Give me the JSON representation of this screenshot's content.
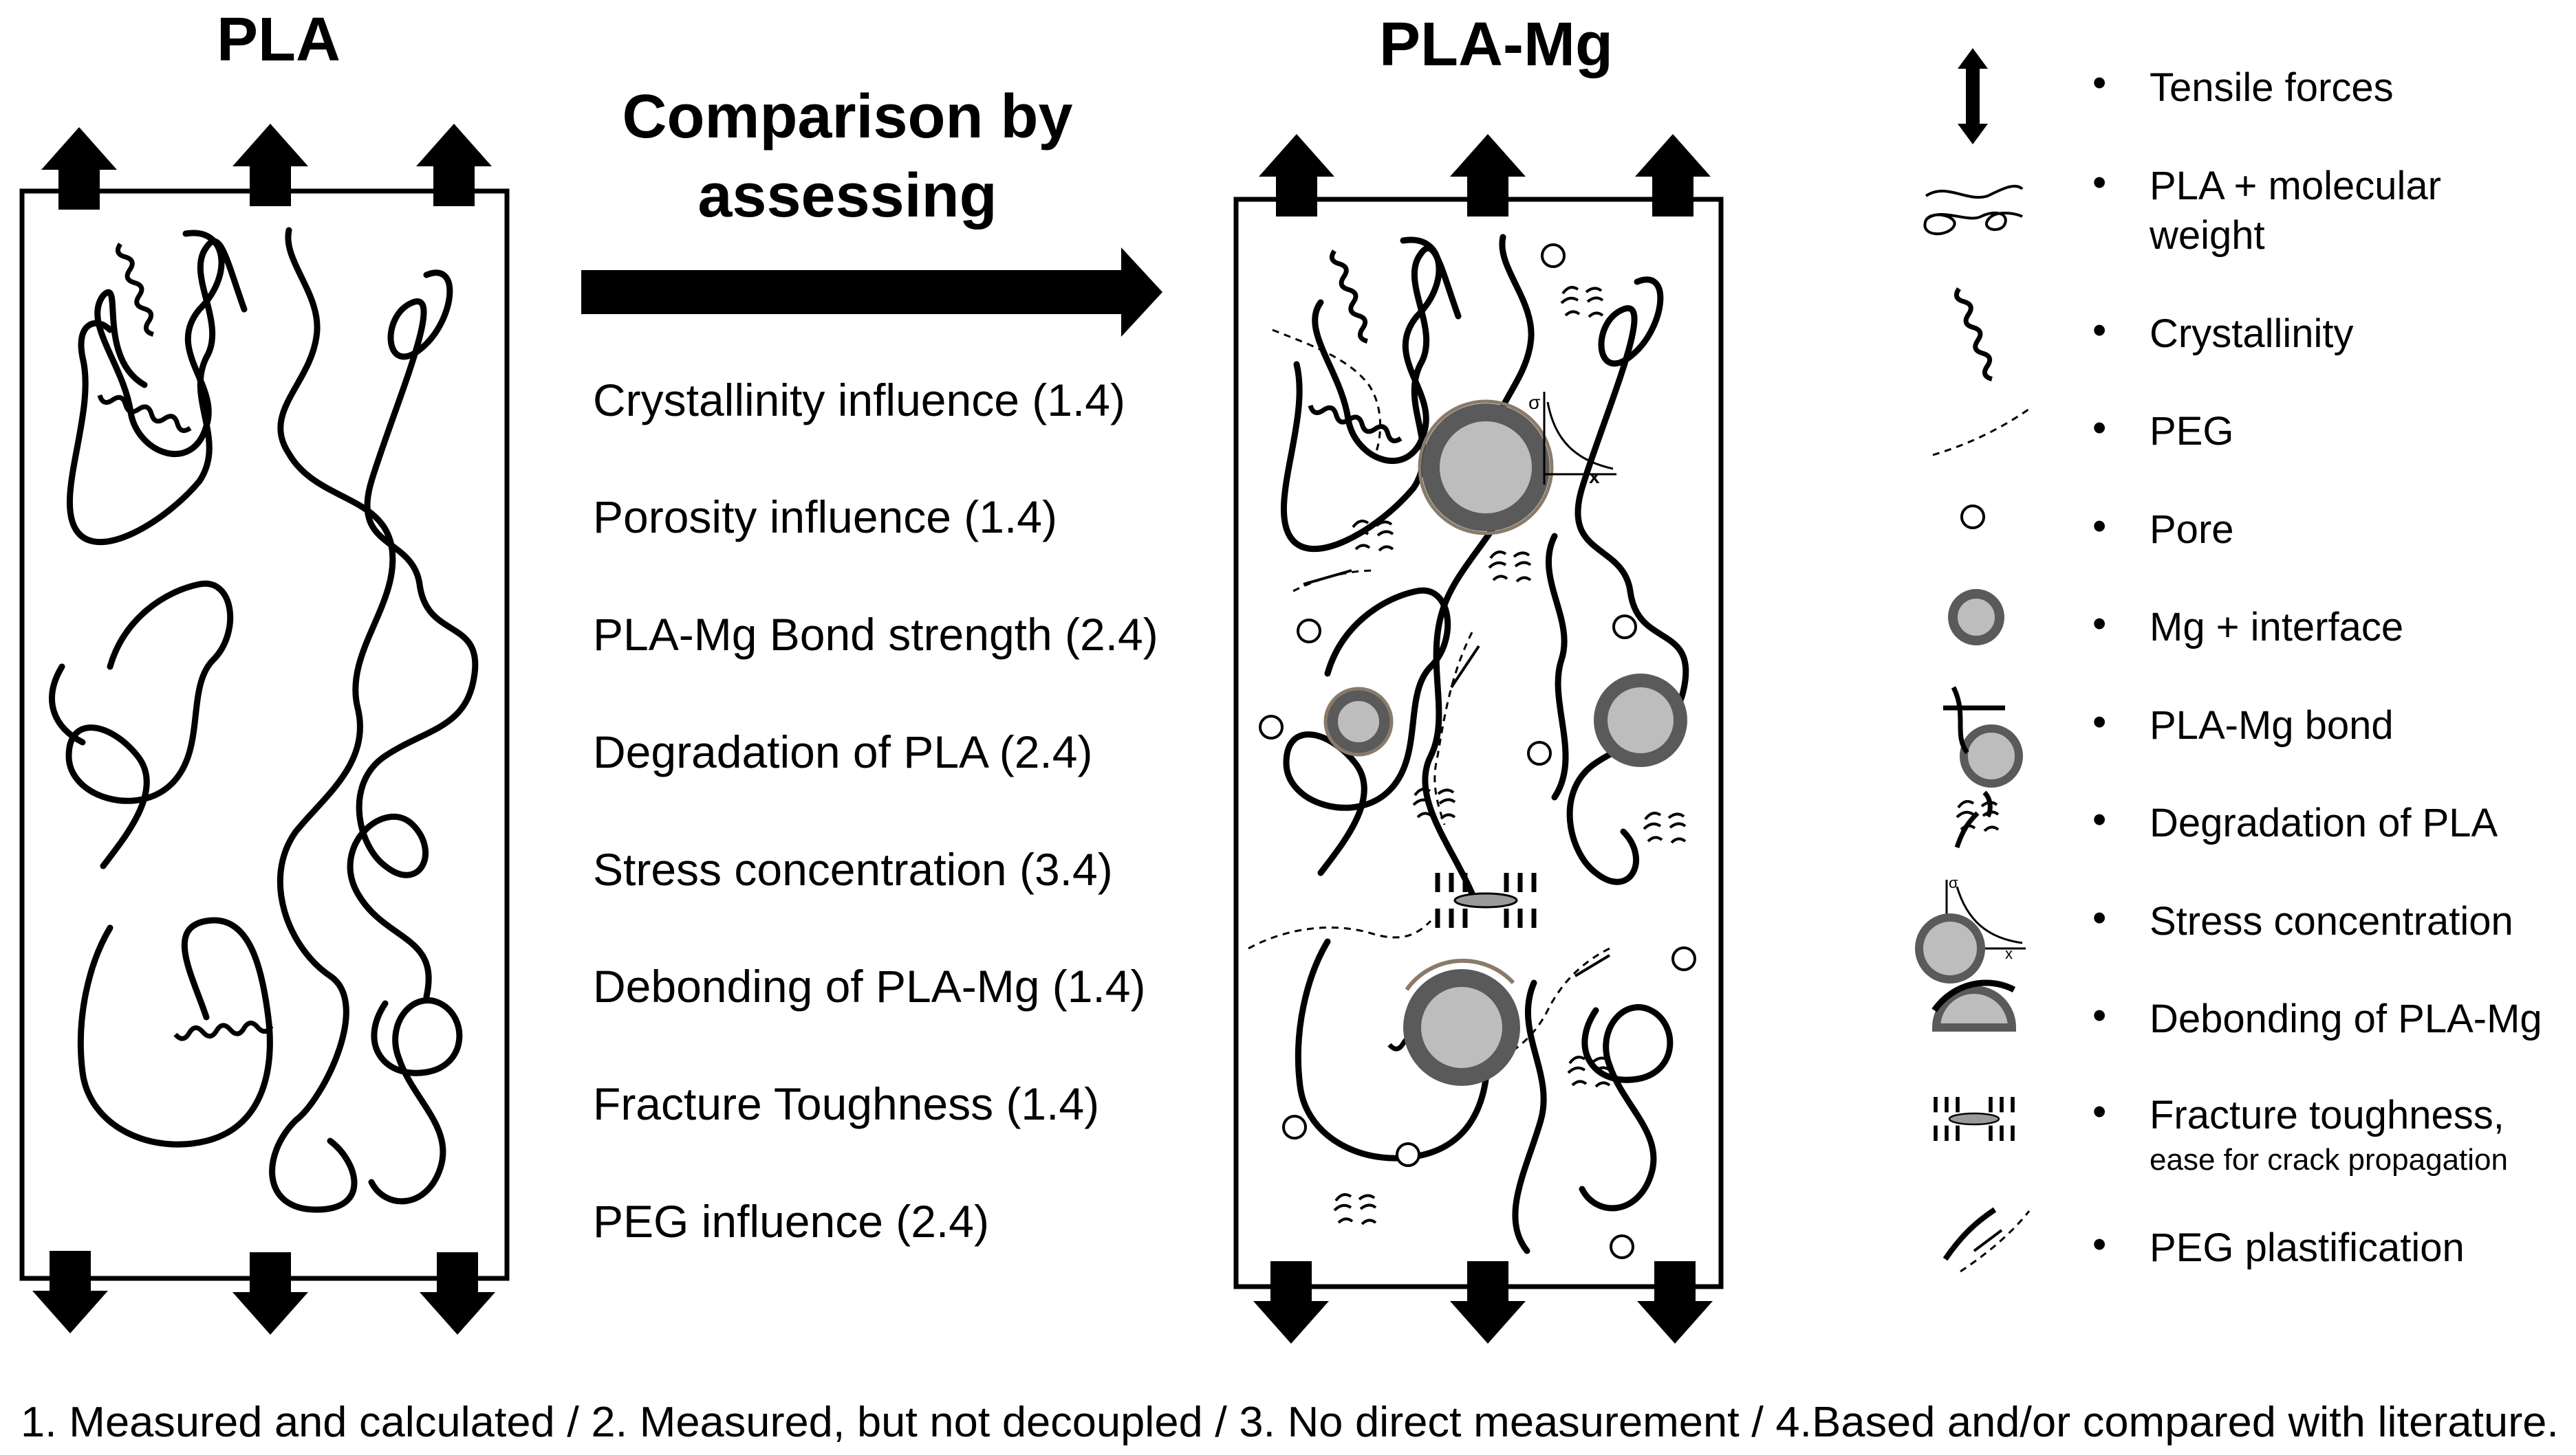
{
  "titles": {
    "left": "PLA",
    "right": "PLA-Mg",
    "middle_line1": "Comparison by",
    "middle_line2": "assessing"
  },
  "criteria": [
    "Crystallinity influence (1.4)",
    "Porosity influence (1.4)",
    "PLA-Mg Bond strength (2.4)",
    "Degradation of PLA (2.4)",
    "Stress concentration (3.4)",
    "Debonding of PLA-Mg (1.4)",
    "Fracture Toughness (1.4)",
    "PEG influence (2.4)"
  ],
  "legend": {
    "bullet": "•",
    "items": [
      {
        "icon": "tensile-forces-icon",
        "line1": "Tensile forces",
        "line2": ""
      },
      {
        "icon": "pla-chain-icon",
        "line1": "PLA + molecular",
        "line2": "weight"
      },
      {
        "icon": "crystallinity-icon",
        "line1": "Crystallinity",
        "line2": ""
      },
      {
        "icon": "peg-icon",
        "line1": "PEG",
        "line2": ""
      },
      {
        "icon": "pore-icon",
        "line1": "Pore",
        "line2": ""
      },
      {
        "icon": "mg-particle-icon",
        "line1": "Mg + interface",
        "line2": ""
      },
      {
        "icon": "pla-mg-bond-icon",
        "line1": "PLA-Mg bond",
        "line2": ""
      },
      {
        "icon": "degradation-icon",
        "line1": "Degradation of PLA",
        "line2": ""
      },
      {
        "icon": "stress-concentration-icon",
        "line1": "Stress concentration",
        "line2": ""
      },
      {
        "icon": "debonding-icon",
        "line1": "Debonding of PLA-Mg",
        "line2": ""
      },
      {
        "icon": "fracture-toughness-icon",
        "line1": "Fracture toughness,",
        "line2": "ease for crack propagation"
      },
      {
        "icon": "peg-plastification-icon",
        "line1": "PEG plastification",
        "line2": ""
      }
    ]
  },
  "stress_plot_labels": {
    "y": "σ",
    "x": "x"
  },
  "footnote": "1. Measured and calculated / 2. Measured, but not decoupled / 3. No direct measurement / 4.Based and/or compared with literature."
}
